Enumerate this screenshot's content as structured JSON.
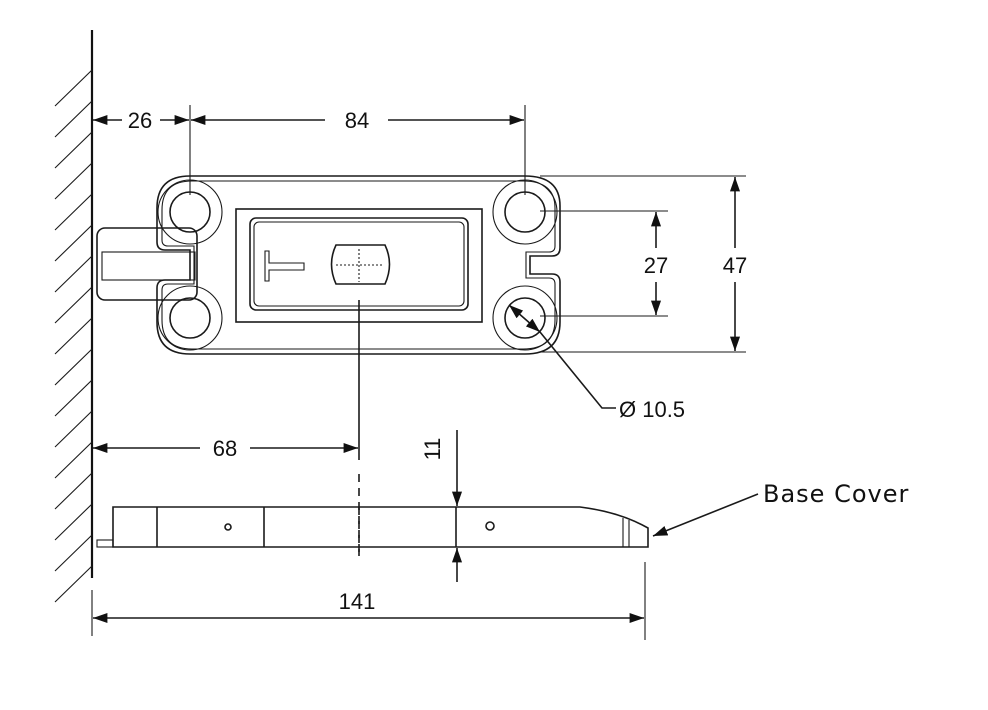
{
  "dimensions": {
    "wall_to_first_hole": "26",
    "hole_spacing_horizontal": "84",
    "hole_spacing_vertical": "27",
    "overall_height": "47",
    "hole_diameter": "Ø 10.5",
    "wall_to_center": "68",
    "thickness": "11",
    "overall_length": "141"
  },
  "labels": {
    "base_cover": "Base Cover"
  }
}
